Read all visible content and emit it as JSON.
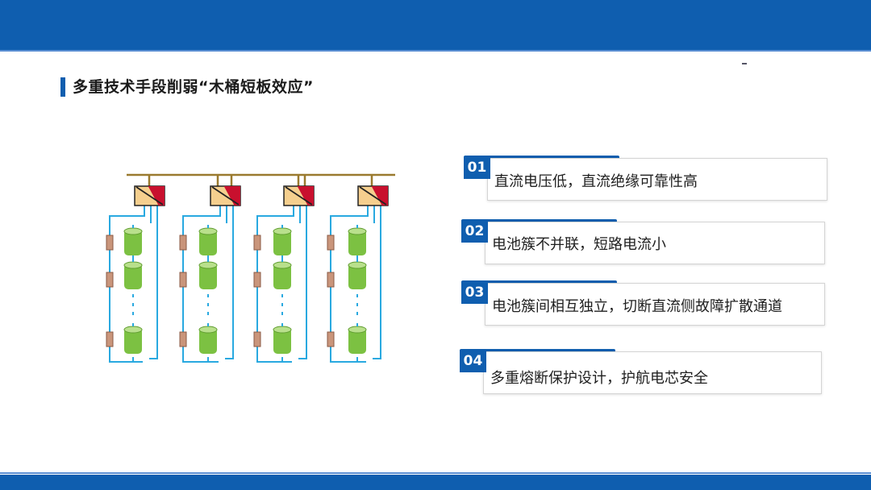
{
  "title": "多重技术手段削弱“木桶短板效应”",
  "colors": {
    "brand_blue": "#0f5eaf",
    "wire_blue": "#29a9e0",
    "bus_gold": "#9a7a2f",
    "converter_red": "#c8102e",
    "converter_tan": "#f5cf8e",
    "cell_green": "#7cc142",
    "fuse_brown": "#c9957b"
  },
  "items": [
    {
      "number": "01",
      "text": "直流电压低，直流绝缘可靠性高"
    },
    {
      "number": "02",
      "text": "电池簇不并联，短路电流小"
    },
    {
      "number": "03",
      "text": "电池簇间相互独立，切断直流侧故障扩散通道"
    },
    {
      "number": "04",
      "text": "多重熔断保护设计，护航电芯安全"
    }
  ],
  "diagram": {
    "cluster_count": 4,
    "cells_per_cluster_shown": 3,
    "icons": [
      "dc-dc-converter-icon",
      "battery-cell-icon",
      "fuse-icon"
    ]
  }
}
